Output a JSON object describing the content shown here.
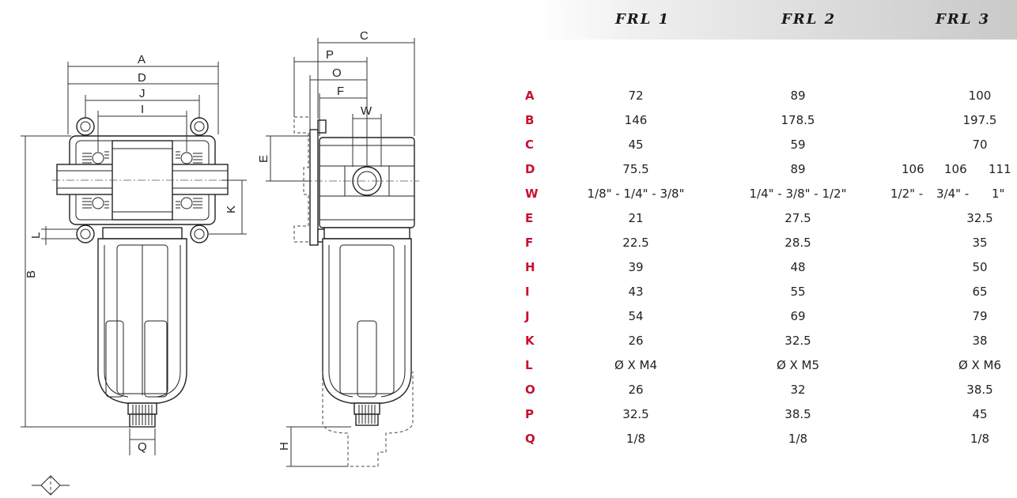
{
  "header": {
    "models": [
      "FRL 1",
      "FRL 2",
      "FRL 3"
    ]
  },
  "drawing": {
    "front_labels": {
      "A": "A",
      "D": "D",
      "J": "J",
      "I": "I",
      "B": "B",
      "K": "K",
      "L": "L",
      "Q": "Q"
    },
    "side_labels": {
      "C": "C",
      "P": "P",
      "O": "O",
      "F": "F",
      "W": "W",
      "E": "E",
      "H": "H"
    }
  },
  "table": {
    "rows": [
      {
        "key": "A",
        "values": [
          "72",
          "89",
          "100"
        ]
      },
      {
        "key": "B",
        "values": [
          "146",
          "178.5",
          "197.5"
        ]
      },
      {
        "key": "C",
        "values": [
          "45",
          "59",
          "70"
        ]
      },
      {
        "key": "D",
        "values": [
          "75.5",
          "89"
        ],
        "v3_parts": [
          "106",
          "106",
          "111"
        ]
      },
      {
        "key": "W",
        "values": [
          "1/8\" - 1/4\" - 3/8\"",
          "1/4\" - 3/8\" - 1/2\""
        ],
        "v3_parts": [
          "1/2\" -",
          "3/4\"  -",
          "1\""
        ]
      },
      {
        "key": "E",
        "values": [
          "21",
          "27.5",
          "32.5"
        ]
      },
      {
        "key": "F",
        "values": [
          "22.5",
          "28.5",
          "35"
        ]
      },
      {
        "key": "H",
        "values": [
          "39",
          "48",
          "50"
        ]
      },
      {
        "key": "I",
        "values": [
          "43",
          "55",
          "65"
        ]
      },
      {
        "key": "J",
        "values": [
          "54",
          "69",
          "79"
        ]
      },
      {
        "key": "K",
        "values": [
          "26",
          "32.5",
          "38"
        ]
      },
      {
        "key": "L",
        "values": [
          "Ø X M4",
          "Ø X M5",
          "Ø X M6"
        ]
      },
      {
        "key": "O",
        "values": [
          "26",
          "32",
          "38.5"
        ]
      },
      {
        "key": "P",
        "values": [
          "32.5",
          "38.5",
          "45"
        ]
      },
      {
        "key": "Q",
        "values": [
          "1/8",
          "1/8",
          "1/8"
        ]
      }
    ]
  }
}
